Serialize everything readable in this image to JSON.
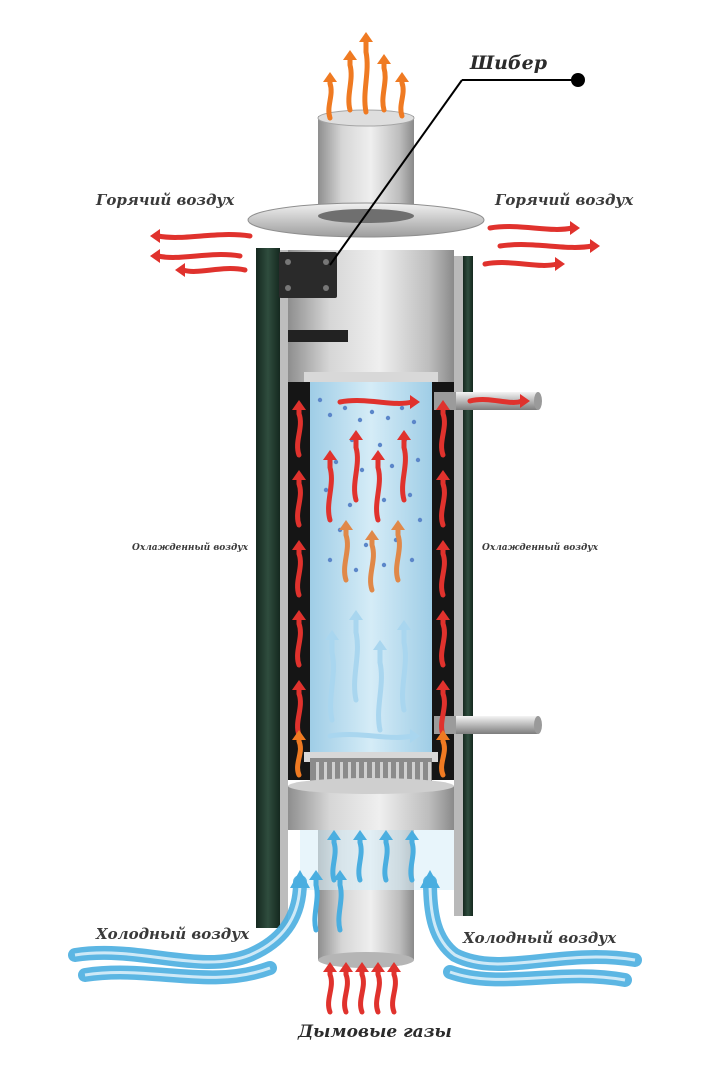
{
  "labels": {
    "damper": "Шибер",
    "hot_air_left": "Горячий воздух",
    "hot_air_right": "Горячий воздух",
    "cooled_air_left": "Охлажденный воздух",
    "cooled_air_right": "Охлажденный воздух",
    "cold_air_left": "Холодный воздух",
    "cold_air_right": "Холодный воздух",
    "flue_gases": "Дымовые газы"
  },
  "colors": {
    "hot_arrow": "#e0322d",
    "flame": "#ef7a22",
    "warm_arrow": "#e08848",
    "cool_arrow": "#a9d6ef",
    "cold_stream": "#4aaee0",
    "water": "#bfe0f0",
    "metal": "#c9c9c9",
    "stone": "#1f3a2e"
  },
  "icons": {
    "hot_air": "wavy-red-arrow-icon",
    "flame": "orange-flame-arrow-icon",
    "cold_air": "blue-stream-icon",
    "leader_dot": "leader-dot-icon"
  }
}
